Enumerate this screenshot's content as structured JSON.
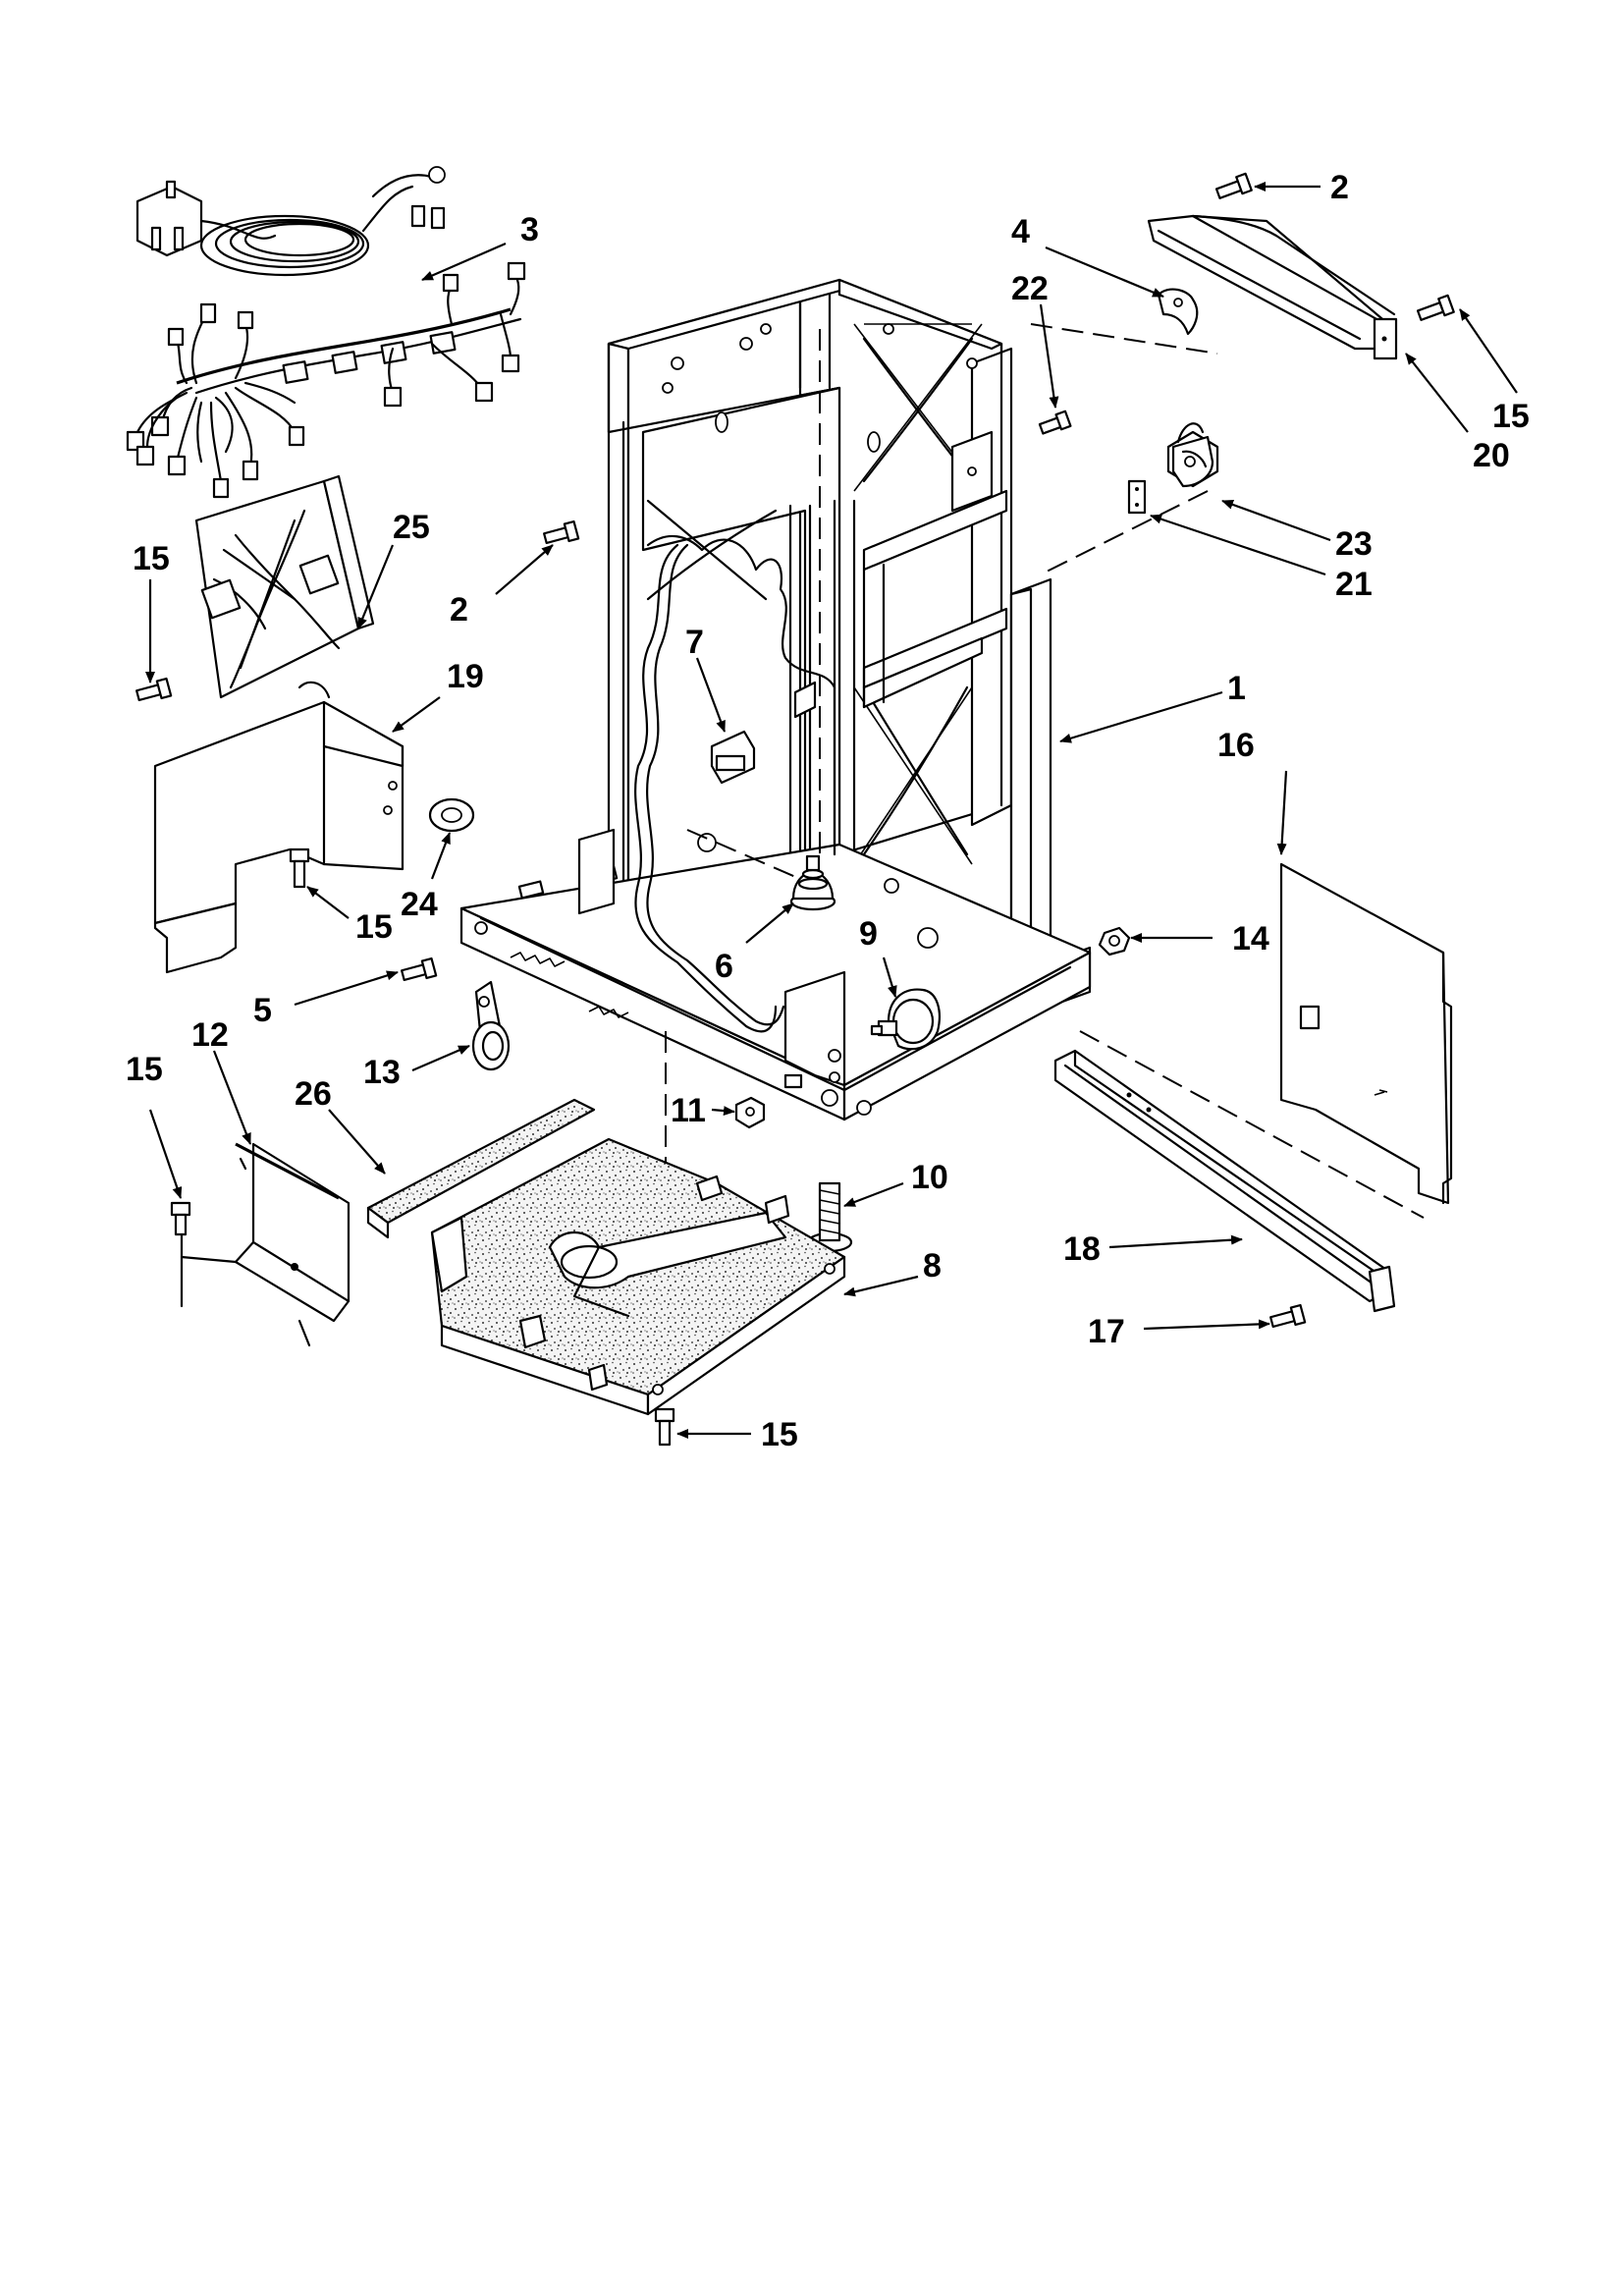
{
  "diagram": {
    "callouts": [
      {
        "id": "c2a",
        "label": "2"
      },
      {
        "id": "c3",
        "label": "3"
      },
      {
        "id": "c4",
        "label": "4"
      },
      {
        "id": "c22",
        "label": "22"
      },
      {
        "id": "c15a",
        "label": "15"
      },
      {
        "id": "c20",
        "label": "20"
      },
      {
        "id": "c15b",
        "label": "15"
      },
      {
        "id": "c25",
        "label": "25"
      },
      {
        "id": "c2b",
        "label": "2"
      },
      {
        "id": "c23",
        "label": "23"
      },
      {
        "id": "c21",
        "label": "21"
      },
      {
        "id": "c7",
        "label": "7"
      },
      {
        "id": "c19",
        "label": "19"
      },
      {
        "id": "c1",
        "label": "1"
      },
      {
        "id": "c16",
        "label": "16"
      },
      {
        "id": "c15c",
        "label": "15"
      },
      {
        "id": "c24",
        "label": "24"
      },
      {
        "id": "c14",
        "label": "14"
      },
      {
        "id": "c6",
        "label": "6"
      },
      {
        "id": "c9",
        "label": "9"
      },
      {
        "id": "c5",
        "label": "5"
      },
      {
        "id": "c12",
        "label": "12"
      },
      {
        "id": "c13",
        "label": "13"
      },
      {
        "id": "c15d",
        "label": "15"
      },
      {
        "id": "c26",
        "label": "26"
      },
      {
        "id": "c11",
        "label": "11"
      },
      {
        "id": "c10",
        "label": "10"
      },
      {
        "id": "c8",
        "label": "8"
      },
      {
        "id": "c18",
        "label": "18"
      },
      {
        "id": "c17",
        "label": "17"
      },
      {
        "id": "c15e",
        "label": "15"
      }
    ]
  }
}
